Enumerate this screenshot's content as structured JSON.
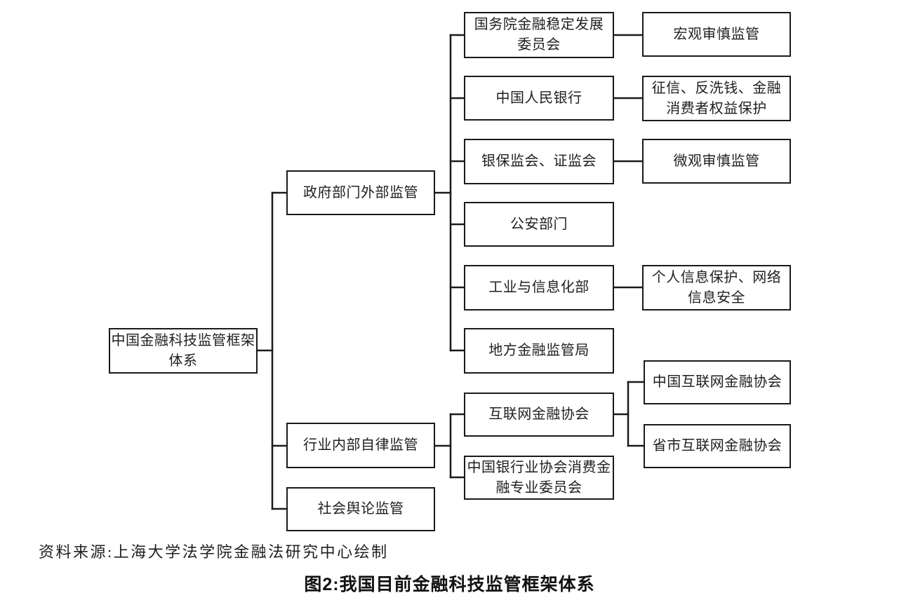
{
  "colors": {
    "ink": "#1a1a1a",
    "background": "#ffffff"
  },
  "figure": {
    "source_note": "资料来源:上海大学法学院金融法研究中心绘制",
    "caption": "图2:我国目前金融科技监管框架体系"
  },
  "tree": {
    "root": {
      "label": "中国金融科技监管框架\n体系"
    },
    "branches": [
      {
        "label": "政府部门外部监管",
        "children": [
          {
            "label": "国务院金融稳定发展\n委员会",
            "remit": "宏观审慎监管"
          },
          {
            "label": "中国人民银行",
            "remit": "征信、反洗钱、金融\n消费者权益保护"
          },
          {
            "label": "银保监会、证监会",
            "remit": "微观审慎监管"
          },
          {
            "label": "公安部门"
          },
          {
            "label": "工业与信息化部",
            "remit": "个人信息保护、网络\n信息安全"
          },
          {
            "label": "地方金融监管局"
          }
        ]
      },
      {
        "label": "行业内部自律监管",
        "children": [
          {
            "label": "互联网金融协会",
            "children": [
              {
                "label": "中国互联网金融协会"
              },
              {
                "label": "省市互联网金融协会"
              }
            ]
          },
          {
            "label": "中国银行业协会消费金\n融专业委员会"
          }
        ]
      },
      {
        "label": "社会舆论监管"
      }
    ]
  }
}
